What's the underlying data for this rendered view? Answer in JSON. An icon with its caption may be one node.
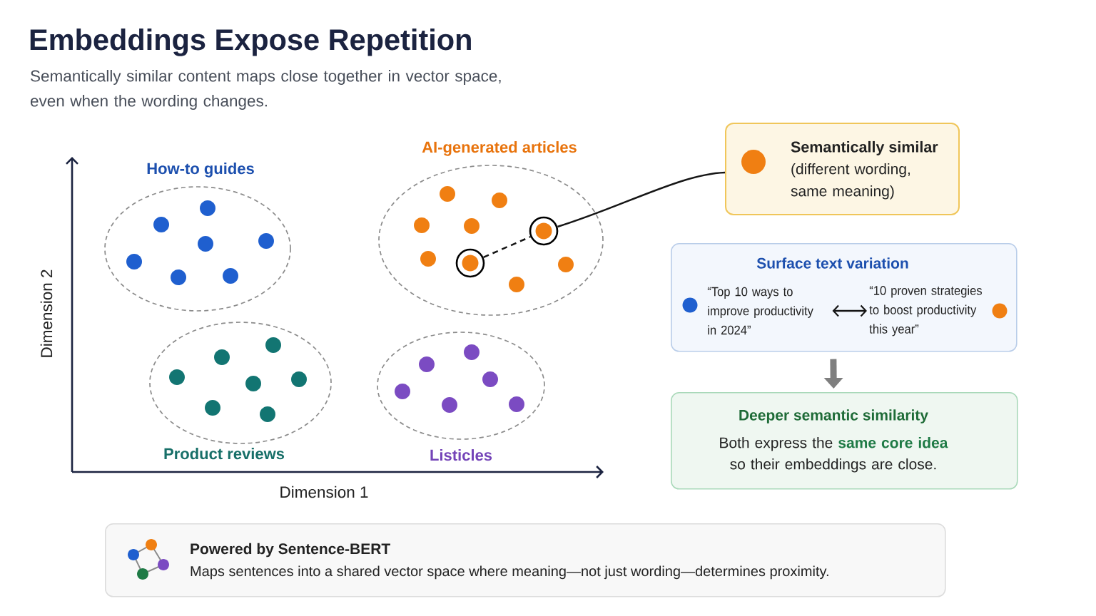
{
  "diagram": {
    "title": "Embeddings Expose Repetition",
    "nodes": [
      {
        "text": [
          "How-to guides"
        ]
      },
      {
        "text": [
          "AI-generated articles"
        ]
      },
      {
        "text": [],
        "shape": "circle",
        "in": 1
      },
      {
        "text": [],
        "shape": "circle",
        "in": 1
      },
      {
        "text": [
          "Semantically similar",
          "(different wording, same meaning)"
        ]
      },
      {
        "text": [
          "Surface text variation"
        ]
      },
      {
        "text": [
          "“Top 10 ways to improve productivity in 2024”"
        ],
        "in": 5
      },
      {
        "text": [
          "“10 proven strategies to boost productivity this year”"
        ],
        "in": 5
      },
      {
        "text": [
          "Product reviews"
        ]
      },
      {
        "text": [
          "Listicles"
        ]
      },
      {
        "text": [
          "Deeper semantic similarity",
          "Both express the **same core idea** so their embeddings are close."
        ]
      },
      {
        "text": [
          "Powered by Sentence-BERT",
          "Maps sentences into a shared vector space where meaning—not just wording—determines proximity."
        ]
      }
    ],
    "edges": [
      {
        "from": 2,
        "to": 3,
        "arrow": "none",
        "style": "dashed"
      },
      {
        "from": 3,
        "to": 4,
        "arrow": "none"
      },
      {
        "from": 6,
        "to": 7,
        "arrow": "both"
      },
      {
        "from": 5,
        "to": 10,
        "arrow": "to",
        "style": "thick",
        "color": "#7f7f7f"
      }
    ],
    "labels": [
      "Semantically similar content maps close together in vector space, even when the wording changes.",
      "Dimension 2",
      "Dimension 1"
    ]
  }
}
